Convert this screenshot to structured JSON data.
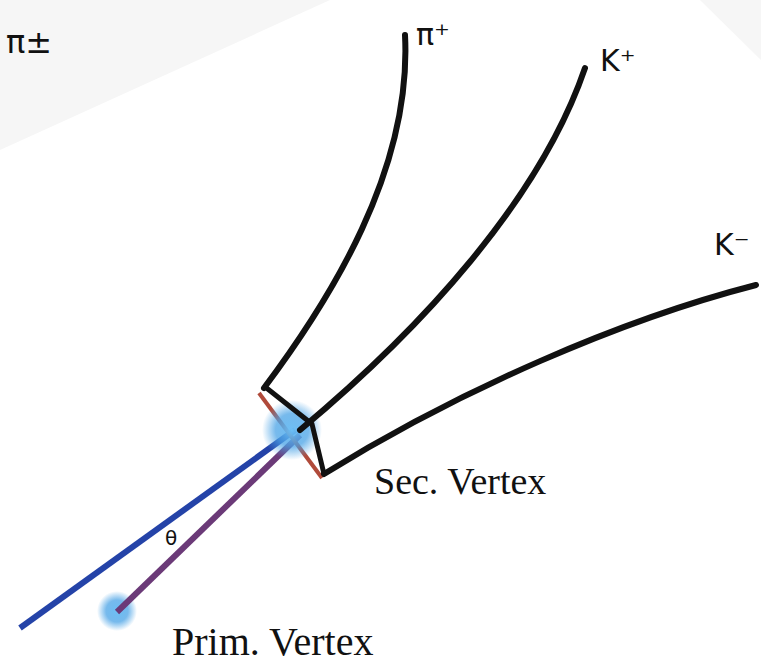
{
  "diagram": {
    "labels": [
      "π±",
      "π⁺",
      "K⁺",
      "K⁻",
      "θ",
      "Sec. Vertex",
      "Prim. Vertex"
    ]
  }
}
